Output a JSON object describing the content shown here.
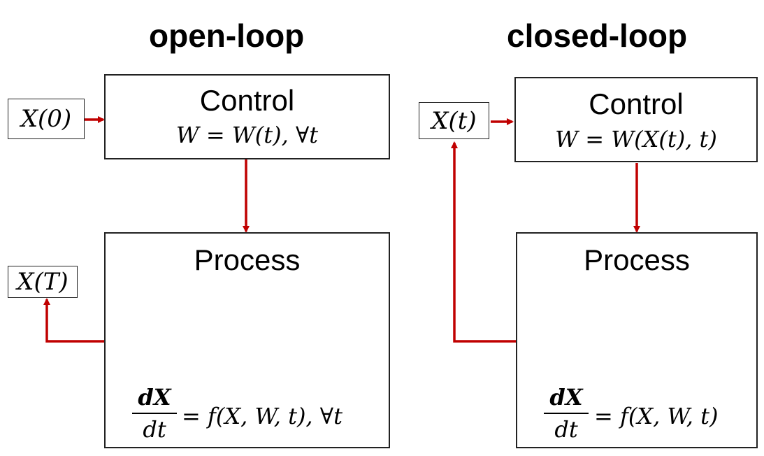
{
  "open_loop": {
    "heading": "open-loop",
    "input_state": "X(0)",
    "output_state": "X(T)",
    "control": {
      "title": "Control",
      "equation": "W = W(t), ∀t"
    },
    "process": {
      "title": "Process",
      "numerator": "dX",
      "denominator": "dt",
      "rhs": "= f(X, W, t), ∀t"
    },
    "ellipsis": "…"
  },
  "closed_loop": {
    "heading": "closed-loop",
    "input_state": "X(t)",
    "control": {
      "title": "Control",
      "equation": "W = W(X(t), t)"
    },
    "process": {
      "title": "Process",
      "numerator": "dX",
      "denominator": "dt",
      "rhs": "= f(X, W, t)"
    }
  },
  "colors": {
    "arrow": "#c00000",
    "gray_plane": "#bfbfbf",
    "blue_plane": "#c5d5ee",
    "plane_border": "#3b5696"
  }
}
